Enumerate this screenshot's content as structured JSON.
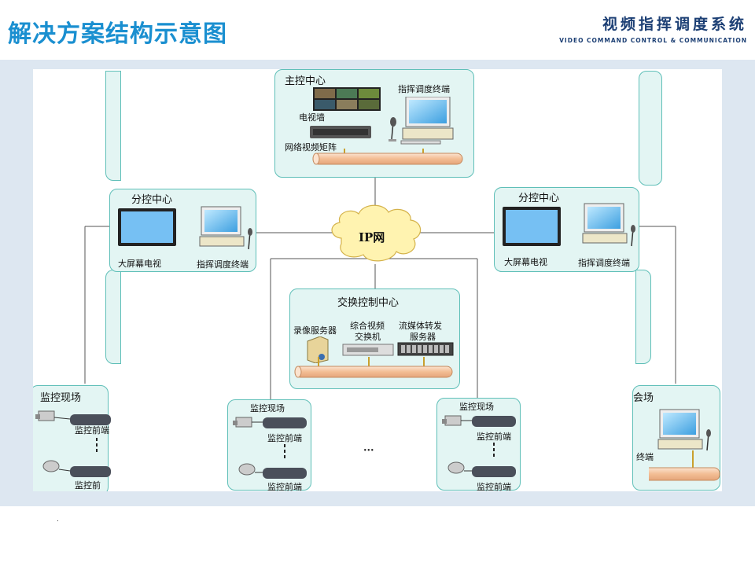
{
  "slide": {
    "title": "解决方案结构示意图",
    "brand_cn": "视频指挥调度系统",
    "brand_en": "VIDEO COMMAND CONTROL & COMMUNICATION",
    "footer_mark": "."
  },
  "diagram": {
    "main_center": {
      "title": "主控中心",
      "video_wall": "电视墙",
      "terminal": "指挥调度终端",
      "matrix": "网络视频矩阵"
    },
    "cloud": "IP网",
    "branch_left": {
      "title": "分控中心",
      "big_screen": "大屏幕电视",
      "terminal": "指挥调度终端"
    },
    "branch_right": {
      "title": "分控中心",
      "big_screen": "大屏幕电视",
      "terminal": "指挥调度终端"
    },
    "switch_center": {
      "title": "交换控制中心",
      "recorder": "录像服务器",
      "switch_line1": "综合视频",
      "switch_line2": "交换机",
      "stream_line1": "流媒体转发",
      "stream_line2": "服务器"
    },
    "site_left": {
      "title": "监控现场",
      "frontend_1": "监控前端",
      "frontend_2": "监控前"
    },
    "site_mid1": {
      "title": "监控现场",
      "frontend_1": "监控前端",
      "frontend_2": "监控前端"
    },
    "site_mid2": {
      "title": "监控现场",
      "frontend_1": "监控前端",
      "frontend_2": "监控前端"
    },
    "site_right": {
      "title": "会场",
      "terminal": "终端"
    },
    "ellipsis": "···",
    "colors": {
      "box_border": "#5fbfb8",
      "box_fill": "#e3f5f3",
      "pipe": "#f6c9a3",
      "title": "#1a8fd0"
    }
  }
}
